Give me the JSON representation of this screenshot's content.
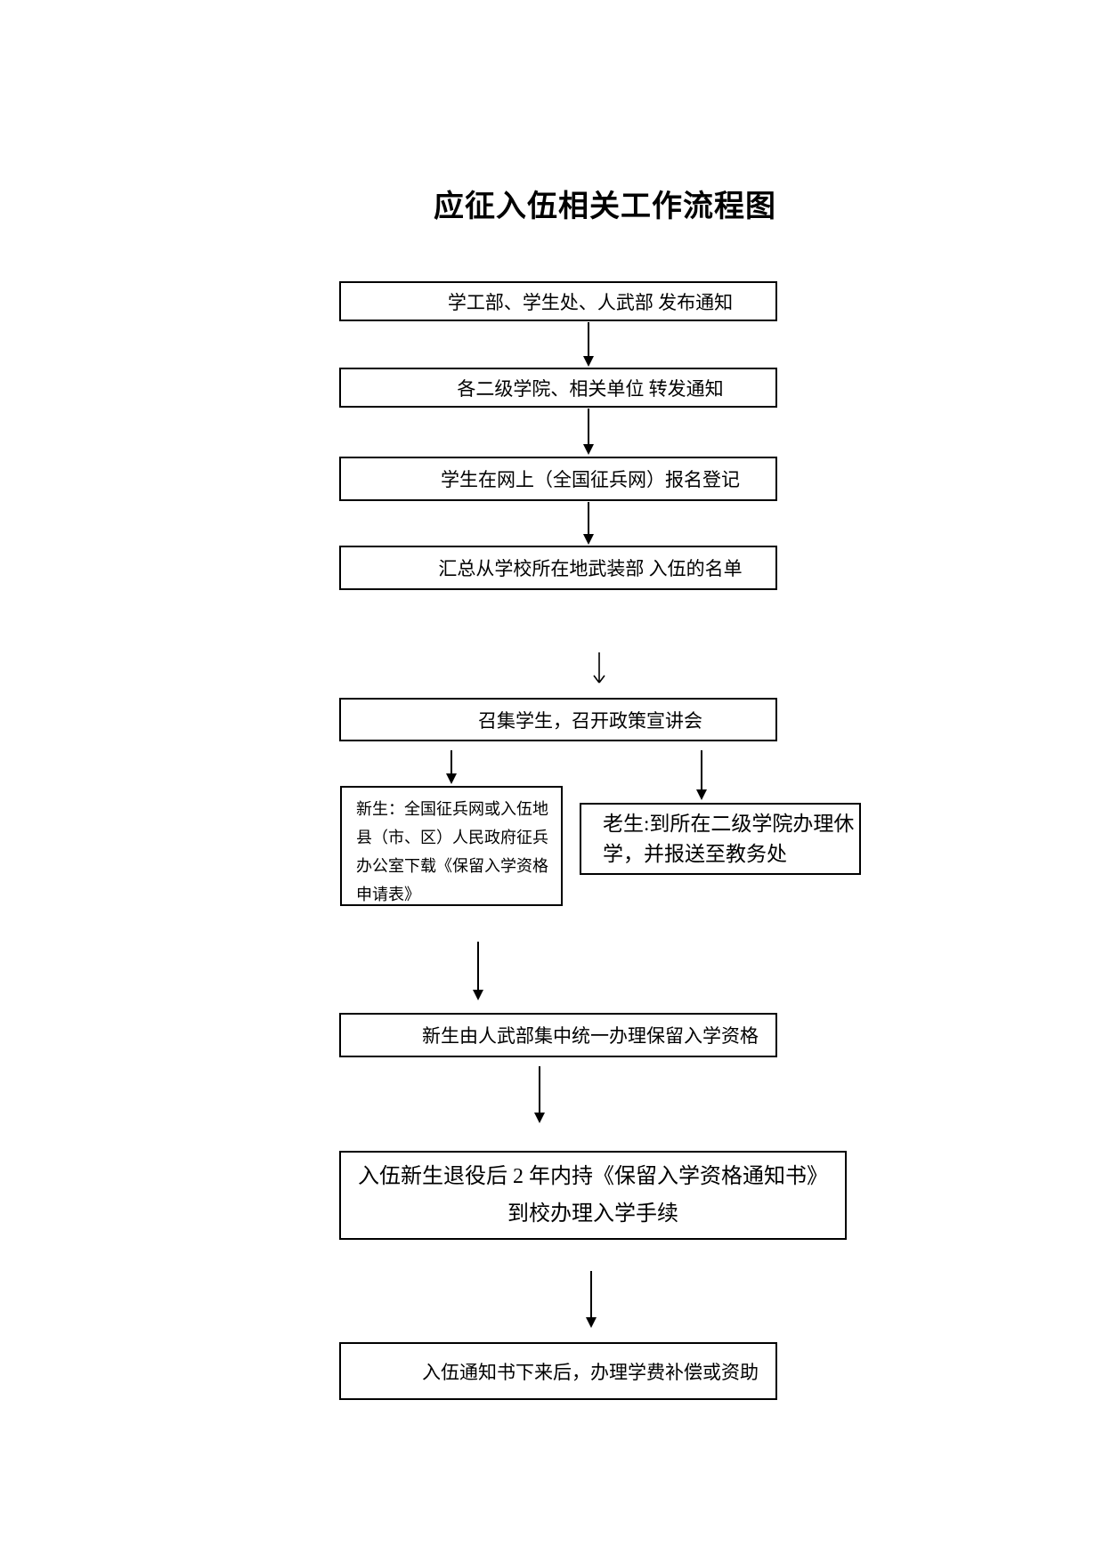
{
  "title": "应征入伍相关工作流程图",
  "steps": [
    {
      "id": "publish-notice",
      "text": "学工部、学生处、人武部 发布通知"
    },
    {
      "id": "forward-notice",
      "text": "各二级学院、相关单位 转发通知"
    },
    {
      "id": "online-register",
      "text": "学生在网上（全国征兵网）报名登记"
    },
    {
      "id": "rollup-list",
      "text": "汇总从学校所在地武装部 入伍的名单"
    },
    {
      "id": "policy-meeting",
      "text": "召集学生，召开政策宣讲会"
    }
  ],
  "branches": {
    "freshman": {
      "lines": [
        "新生：全国征兵网或入伍地",
        "县（市、区）人民政府征兵",
        "办公室下载《保留入学资格",
        "申请表》"
      ]
    },
    "senior": {
      "lines": [
        "老生:到所在二级学院办理休",
        "学，并报送至教务处"
      ]
    }
  },
  "final_steps": [
    {
      "id": "retain-qualification",
      "text": "新生由人武部集中统一办理保留入学资格"
    },
    {
      "id": "reenroll",
      "lines": [
        "入伍新生退役后 2 年内持《保留入学资格通知书》",
        "到校办理入学手续"
      ]
    },
    {
      "id": "tuition-aid",
      "text": "入伍通知书下来后，办理学费补偿或资助"
    }
  ],
  "colors": {
    "ink": "#000000",
    "background": "#ffffff"
  }
}
